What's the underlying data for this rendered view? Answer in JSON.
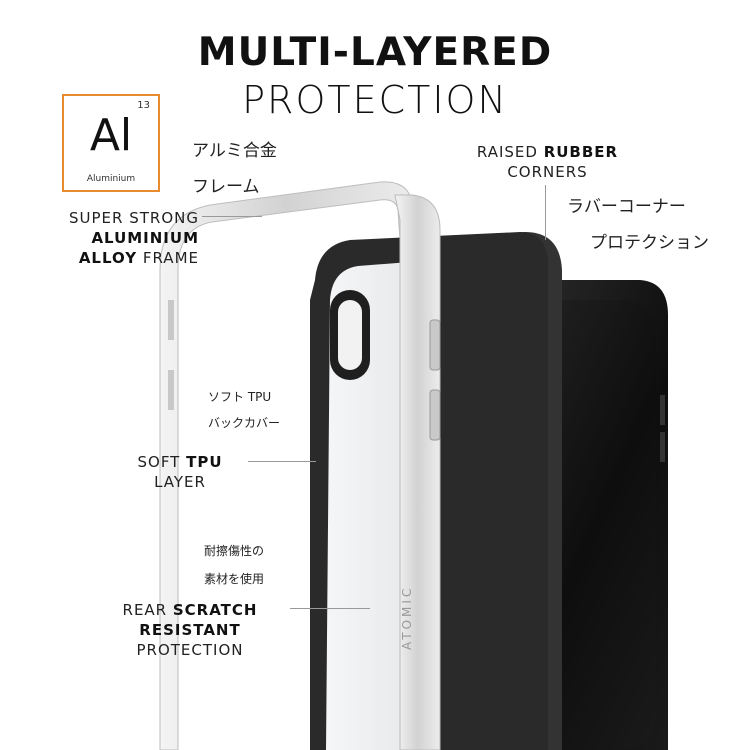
{
  "heading": {
    "line1": "MULTI-LAYERED",
    "line2": "PROTECTION"
  },
  "element": {
    "number": "13",
    "symbol": "Al",
    "name": "Aluminium"
  },
  "aluminium_jp": [
    "アルミ合金",
    "フレーム"
  ],
  "aluminium_label": {
    "line1": "SUPER STRONG",
    "line2_bold": "ALUMINIUM",
    "line3_bold": "ALLOY",
    "line3_rest": " FRAME"
  },
  "rubber_label": {
    "line1_plain": "RAISED ",
    "line1_bold": "RUBBER",
    "line2": "CORNERS"
  },
  "rubber_jp": [
    "ラバーコーナー",
    "プロテクション"
  ],
  "tpu_jp": [
    "ソフト TPU",
    "バックカバー"
  ],
  "tpu_label": {
    "line1_plain": "SOFT ",
    "line1_bold": "TPU",
    "line2": "LAYER"
  },
  "scratch_jp": [
    "耐擦傷性の",
    "素材を使用"
  ],
  "scratch_label": {
    "line1_plain": "REAR ",
    "line1_bold": "SCRATCH",
    "line2_bold": "RESISTANT",
    "line3": "PROTECTION"
  },
  "case_brand": "ATOMIC",
  "icons": {
    "frame": "aluminium-frame-icon",
    "case": "tpu-case-icon",
    "phone": "smartphone-icon"
  },
  "colors": {
    "accent": "#e88a2e",
    "frame": "#d9d9d9",
    "case": "#2a2a2a",
    "phone": "#111111"
  }
}
